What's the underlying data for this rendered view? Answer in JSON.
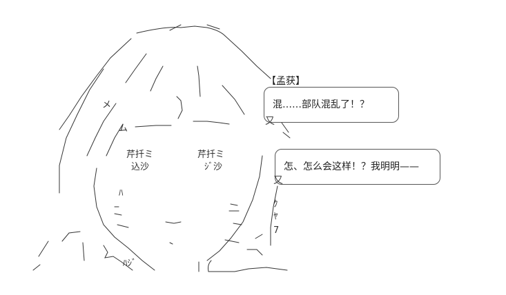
{
  "speaker": "【孟获】",
  "bubble1": {
    "text": "混……部队混乱了！？"
  },
  "bubble2": {
    "text": "怎、怎么会这样！？我明明——"
  },
  "face_text": {
    "left_eye": "芹扦ミ",
    "right_eye": "芹扦ミ",
    "left_under": "込沙",
    "right_under": "ｼﾞ沙",
    "glyph_a": "ム",
    "glyph_b": "メ",
    "glyph_c": "ﾊ",
    "glyph_d": "ﾔ",
    "glyph_e": "ｸ",
    "glyph_f": "7",
    "glyph_g": "ﾊｼﾞ",
    "glyph_h": "又",
    "glyph_i": "又"
  }
}
